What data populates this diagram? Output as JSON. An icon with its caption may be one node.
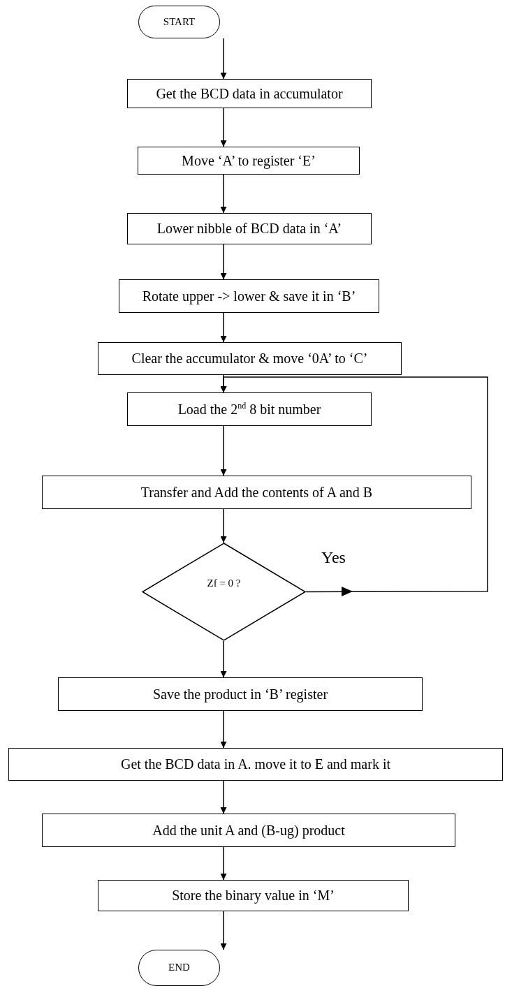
{
  "diagram": {
    "nodes": [
      {
        "text": [
          "START"
        ]
      },
      {
        "text": [
          "Get the BCD data in accumulator"
        ]
      },
      {
        "text": [
          "Move ‘A’ to register ‘E’"
        ]
      },
      {
        "text": [
          "Lower nibble of BCD data in ‘A’"
        ]
      },
      {
        "text": [
          "Rotate upper -> lower & save it in ‘B’"
        ]
      },
      {
        "text": [
          "Clear the accumulator & move ‘0A’ to ‘C’"
        ]
      },
      {
        "text": [
          "Load the 2$^{nd}$ 8 bit number"
        ]
      },
      {
        "text": [
          "Transfer and Add the contents of A and B"
        ]
      },
      {
        "text": [
          "Zf = 0 ?"
        ]
      },
      {
        "text": [
          "Save the product in ‘B’ register"
        ]
      },
      {
        "text": [
          "Get the BCD data in A. move it to E and mark it"
        ]
      },
      {
        "text": [
          "Add the unit A and (B-ug) product"
        ]
      },
      {
        "text": [
          "Store the binary value in ‘M’"
        ]
      },
      {
        "text": [
          "END"
        ]
      }
    ],
    "edges": [
      {
        "from": 0,
        "to": 1,
        "arrow": "to"
      },
      {
        "from": 1,
        "to": 2,
        "arrow": "to"
      },
      {
        "from": 2,
        "to": 3,
        "arrow": "to"
      },
      {
        "from": 3,
        "to": 4,
        "arrow": "to"
      },
      {
        "from": 4,
        "to": 5,
        "arrow": "to"
      },
      {
        "from": 5,
        "to": 6,
        "arrow": "to"
      },
      {
        "from": 6,
        "to": 7,
        "arrow": "to"
      },
      {
        "from": 7,
        "to": 8,
        "arrow": "to"
      },
      {
        "from": 8,
        "to": 6,
        "arrow": "to",
        "label": "Yes"
      },
      {
        "from": 8,
        "to": 9,
        "arrow": "to"
      },
      {
        "from": 9,
        "to": 10,
        "arrow": "to"
      },
      {
        "from": 10,
        "to": 11,
        "arrow": "to"
      },
      {
        "from": 11,
        "to": 12,
        "arrow": "to"
      },
      {
        "from": 12,
        "to": 13,
        "arrow": "to"
      }
    ]
  }
}
